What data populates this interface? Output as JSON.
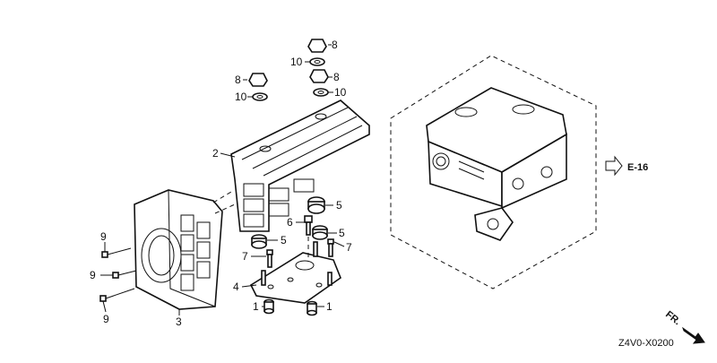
{
  "diagram": {
    "callouts": {
      "c1a": "1",
      "c1b": "1",
      "c2": "2",
      "c3": "3",
      "c4": "4",
      "c5a": "5",
      "c5b": "5",
      "c5c": "5",
      "c6": "6",
      "c7a": "7",
      "c7b": "7",
      "c8a": "8",
      "c8b": "8",
      "c8c": "8",
      "c9a": "9",
      "c9b": "9",
      "c9c": "9",
      "c10a": "10",
      "c10b": "10",
      "c10c": "10"
    },
    "reference": "E-16",
    "front_marker": "FR.",
    "diagram_code": "Z4V0-X0200"
  }
}
